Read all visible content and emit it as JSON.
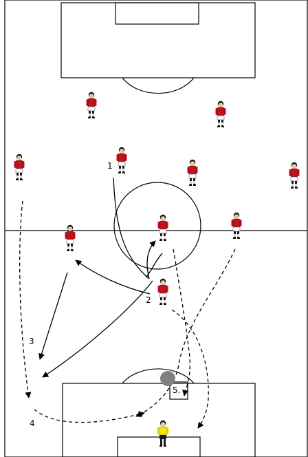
{
  "labels": {
    "step1": "1",
    "step2": "2",
    "step3": "3",
    "step4": "4",
    "step5": "5."
  },
  "colors": {
    "field_line": "#000000",
    "player_shirt": "#c0141c",
    "player_shorts": "#ffffff",
    "goalkeeper_shirt": "#f5e50a",
    "ball": "#808080"
  }
}
